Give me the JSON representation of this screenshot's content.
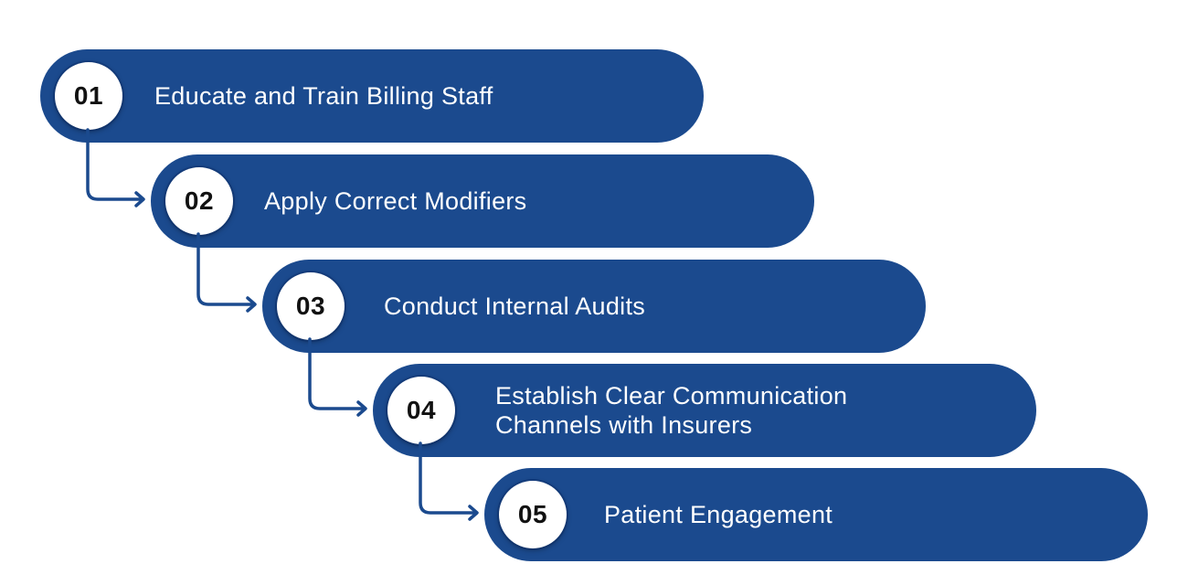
{
  "colors": {
    "pill": "#1b4a8e",
    "badge": "#ffffff",
    "connector": "#1b4a8e",
    "text": "#ffffff",
    "number": "#111111"
  },
  "steps": [
    {
      "number": "01",
      "label": "Educate and Train Billing Staff"
    },
    {
      "number": "02",
      "label": "Apply Correct Modifiers"
    },
    {
      "number": "03",
      "label": "Conduct Internal Audits"
    },
    {
      "number": "04",
      "label": "Establish Clear Communication Channels with Insurers"
    },
    {
      "number": "05",
      "label": "Patient Engagement"
    }
  ]
}
